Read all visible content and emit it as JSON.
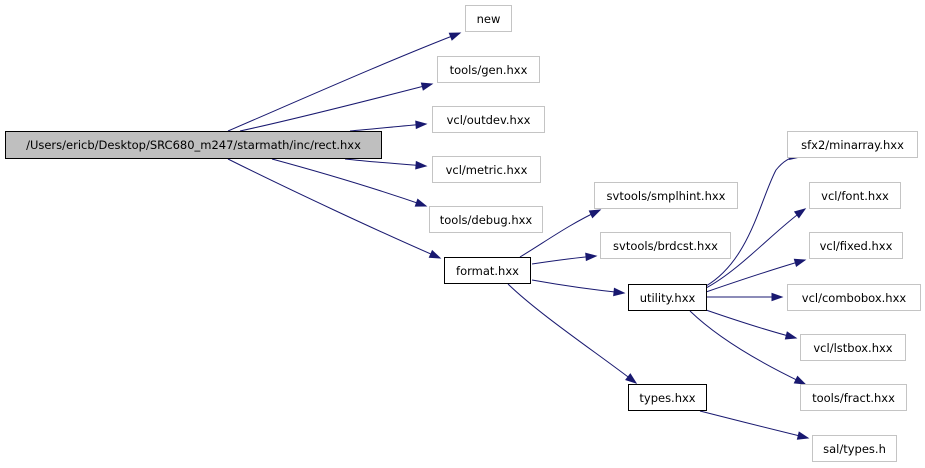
{
  "graph": {
    "nodes": [
      {
        "id": "root",
        "label": "/Users/ericb/Desktop/SRC680_m247/starmath/inc/rect.hxx",
        "style": "root"
      },
      {
        "id": "new",
        "label": "new",
        "style": "gray"
      },
      {
        "id": "toolsgen",
        "label": "tools/gen.hxx",
        "style": "gray"
      },
      {
        "id": "outdev",
        "label": "vcl/outdev.hxx",
        "style": "gray"
      },
      {
        "id": "metric",
        "label": "vcl/metric.hxx",
        "style": "gray"
      },
      {
        "id": "debug",
        "label": "tools/debug.hxx",
        "style": "gray"
      },
      {
        "id": "format",
        "label": "format.hxx",
        "style": "black"
      },
      {
        "id": "smplhint",
        "label": "svtools/smplhint.hxx",
        "style": "gray"
      },
      {
        "id": "brdcst",
        "label": "svtools/brdcst.hxx",
        "style": "gray"
      },
      {
        "id": "utility",
        "label": "utility.hxx",
        "style": "black"
      },
      {
        "id": "types",
        "label": "types.hxx",
        "style": "black"
      },
      {
        "id": "minarray",
        "label": "sfx2/minarray.hxx",
        "style": "gray"
      },
      {
        "id": "font",
        "label": "vcl/font.hxx",
        "style": "gray"
      },
      {
        "id": "fixed",
        "label": "vcl/fixed.hxx",
        "style": "gray"
      },
      {
        "id": "combobox",
        "label": "vcl/combobox.hxx",
        "style": "gray"
      },
      {
        "id": "lstbox",
        "label": "vcl/lstbox.hxx",
        "style": "gray"
      },
      {
        "id": "fract",
        "label": "tools/fract.hxx",
        "style": "gray"
      },
      {
        "id": "saltypes",
        "label": "sal/types.h",
        "style": "gray"
      }
    ],
    "edges": [
      [
        "root",
        "new"
      ],
      [
        "root",
        "toolsgen"
      ],
      [
        "root",
        "outdev"
      ],
      [
        "root",
        "metric"
      ],
      [
        "root",
        "debug"
      ],
      [
        "root",
        "format"
      ],
      [
        "format",
        "smplhint"
      ],
      [
        "format",
        "brdcst"
      ],
      [
        "format",
        "utility"
      ],
      [
        "format",
        "types"
      ],
      [
        "utility",
        "minarray"
      ],
      [
        "utility",
        "font"
      ],
      [
        "utility",
        "fixed"
      ],
      [
        "utility",
        "combobox"
      ],
      [
        "utility",
        "lstbox"
      ],
      [
        "utility",
        "fract"
      ],
      [
        "types",
        "saltypes"
      ]
    ]
  }
}
